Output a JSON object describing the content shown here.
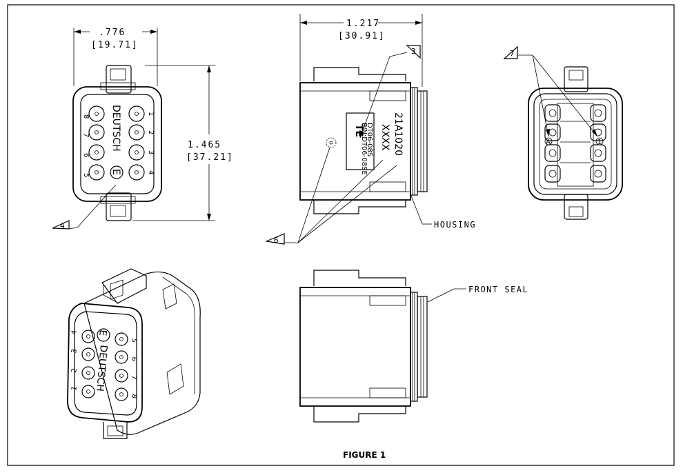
{
  "drawing": {
    "figure_label": "FIGURE 1",
    "dimensions": {
      "width_in": ".776",
      "width_mm": "[19.71]",
      "height_in": "1.465",
      "height_mm": "[37.21]",
      "length_in": "1.217",
      "length_mm": "[30.91]"
    },
    "callouts": [
      "3",
      "4",
      "6",
      "7"
    ],
    "labels": {
      "housing": "HOUSING",
      "front_seal": "FRONT SEAL"
    },
    "face": {
      "brand": "DEUTSCH",
      "brand_mark": "E",
      "pins_left": [
        "8",
        "7",
        "6",
        "5"
      ],
      "pins_right": [
        "1",
        "2",
        "3",
        "4"
      ]
    },
    "iso_face": {
      "pins_left": [
        "4",
        "3",
        "2",
        "1"
      ],
      "pins_right": [
        "5",
        "6",
        "7",
        "8"
      ]
    },
    "side_marking": {
      "te_logo": "TE",
      "part_line1": "P/N:DT06-08SE",
      "part_line2": "DT06-08S",
      "date_code": "XXXX",
      "lot_code": "21A1020"
    },
    "rear_cavity_marks": {
      "left": "A",
      "right": "1"
    }
  }
}
